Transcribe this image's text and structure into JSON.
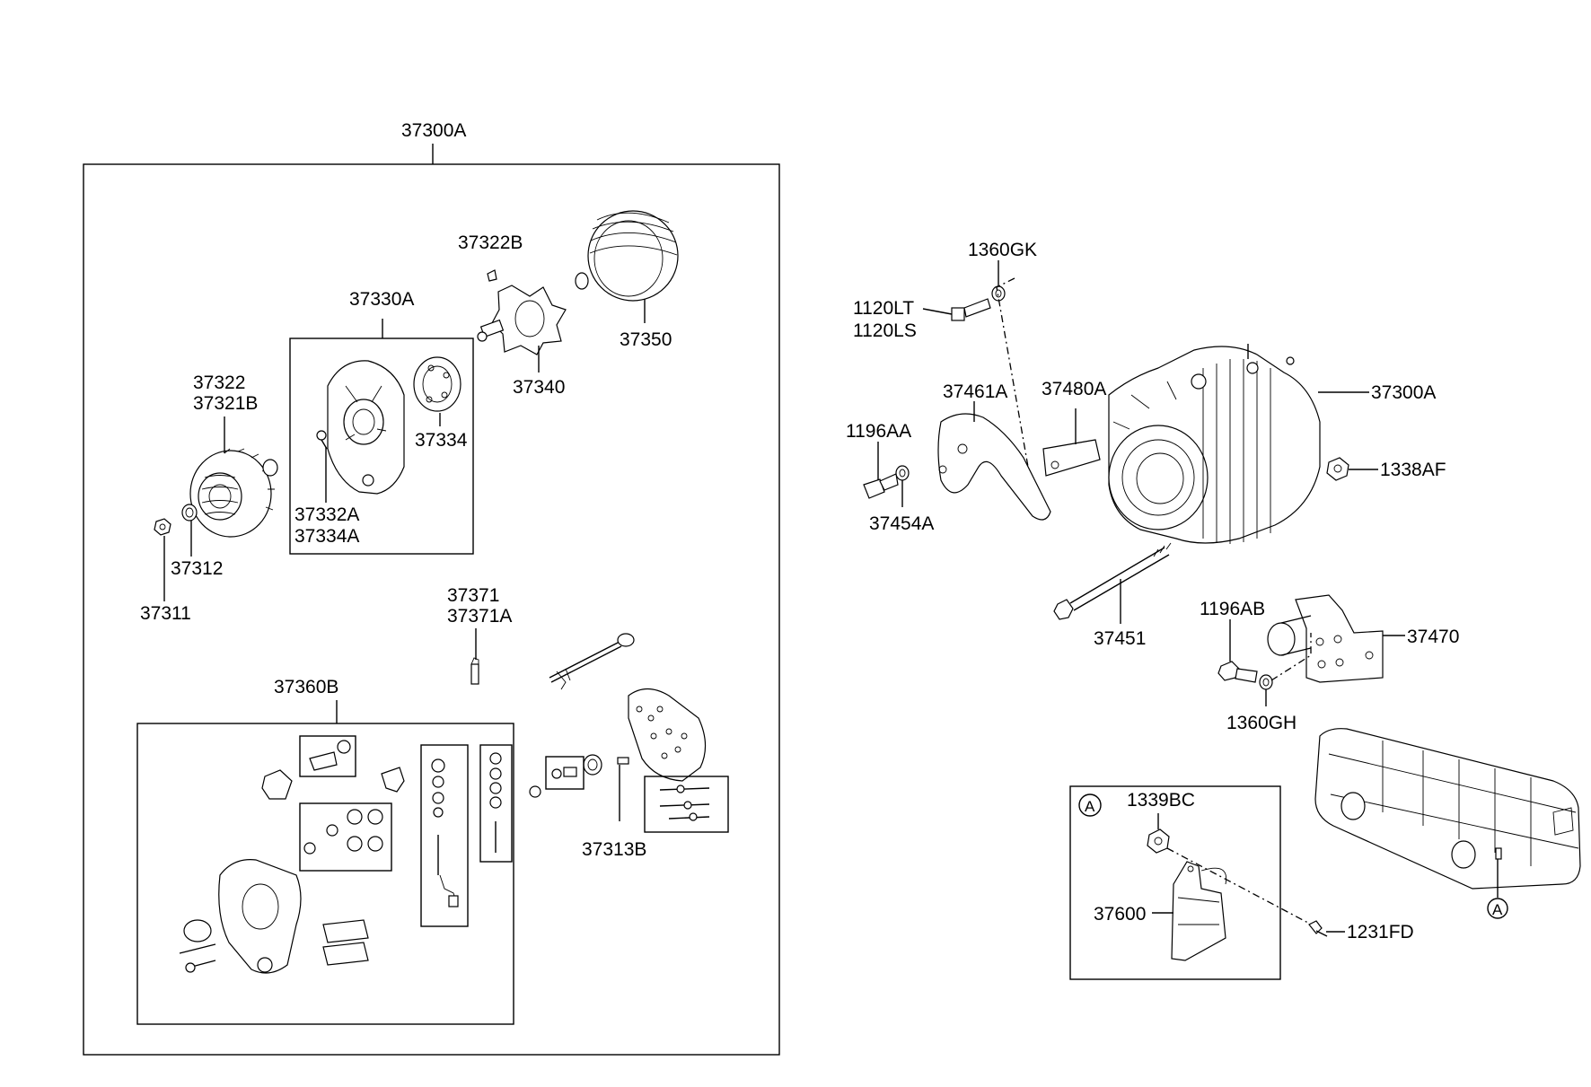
{
  "diagram": {
    "labels": {
      "assembly_main": "37300A",
      "assembly_main_right": "37300A",
      "p37322b": "37322B",
      "p37330a": "37330A",
      "p37350": "37350",
      "p37340": "37340",
      "p37322": "37322",
      "p37321b": "37321B",
      "p37334": "37334",
      "p37332a": "37332A",
      "p37334a": "37334A",
      "p37312": "37312",
      "p37311": "37311",
      "p37371": "37371",
      "p37371a": "37371A",
      "p37360b": "37360B",
      "p37313b": "37313B",
      "p1360gk": "1360GK",
      "p1120lt": "1120LT",
      "p1120ls": "1120LS",
      "p37461a": "37461A",
      "p37480a": "37480A",
      "p1196aa": "1196AA",
      "p37454a": "37454A",
      "p1338af": "1338AF",
      "p37451": "37451",
      "p1196ab": "1196AB",
      "p37470": "37470",
      "p1360gh": "1360GH",
      "p1339bc": "1339BC",
      "p37600": "37600",
      "p1231fd": "1231FD",
      "ref_a_box": "A",
      "ref_a_bus": "A"
    }
  }
}
